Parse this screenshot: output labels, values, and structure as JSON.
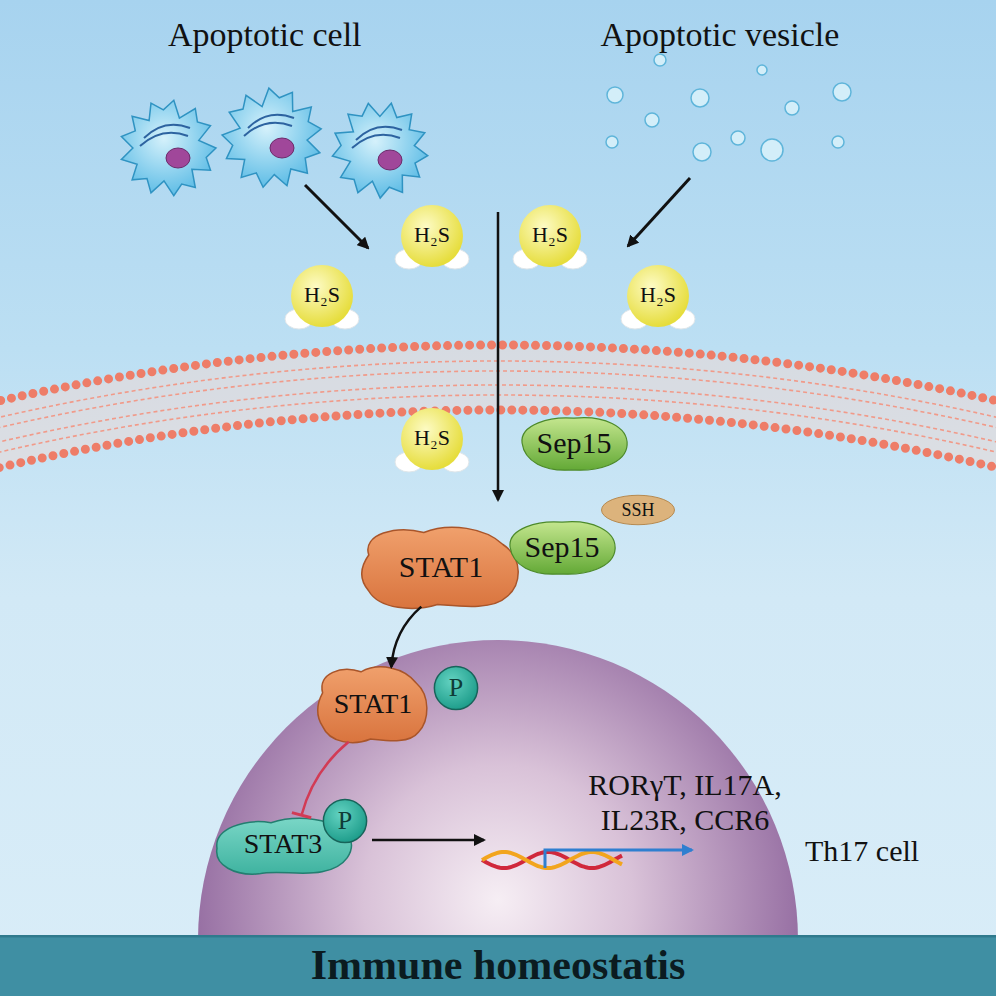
{
  "diagram": {
    "nodes": [
      {
        "text": [
          "H₂S"
        ]
      },
      {
        "text": [
          "H₂S"
        ]
      },
      {
        "text": [
          "H₂S"
        ]
      },
      {
        "text": [
          "H₂S"
        ]
      },
      {
        "text": [
          "H₂S"
        ]
      },
      {
        "text": [
          "Sep15"
        ]
      },
      {
        "text": [
          "STAT1"
        ]
      },
      {
        "text": [
          "Sep15"
        ]
      },
      {
        "text": [
          "SSH"
        ]
      },
      {
        "text": [
          "RORγT, IL17A, IL23R, CCR6"
        ]
      },
      {
        "text": [
          "STAT1"
        ],
        "in": 9
      },
      {
        "text": [
          "P"
        ],
        "in": 9
      },
      {
        "text": [
          "STAT3"
        ],
        "in": 9
      },
      {
        "text": [
          "P"
        ],
        "in": 9
      },
      {
        "text": [
          "Immune homeostatis"
        ]
      }
    ],
    "edges": [
      {
        "from": 6,
        "to": 10,
        "arrow": "to"
      },
      {
        "from": 10,
        "to": 12,
        "arrow": "to"
      }
    ],
    "labels": [
      "Apoptotic cell",
      "Apoptotic vesicle",
      "Th17 cell"
    ]
  }
}
